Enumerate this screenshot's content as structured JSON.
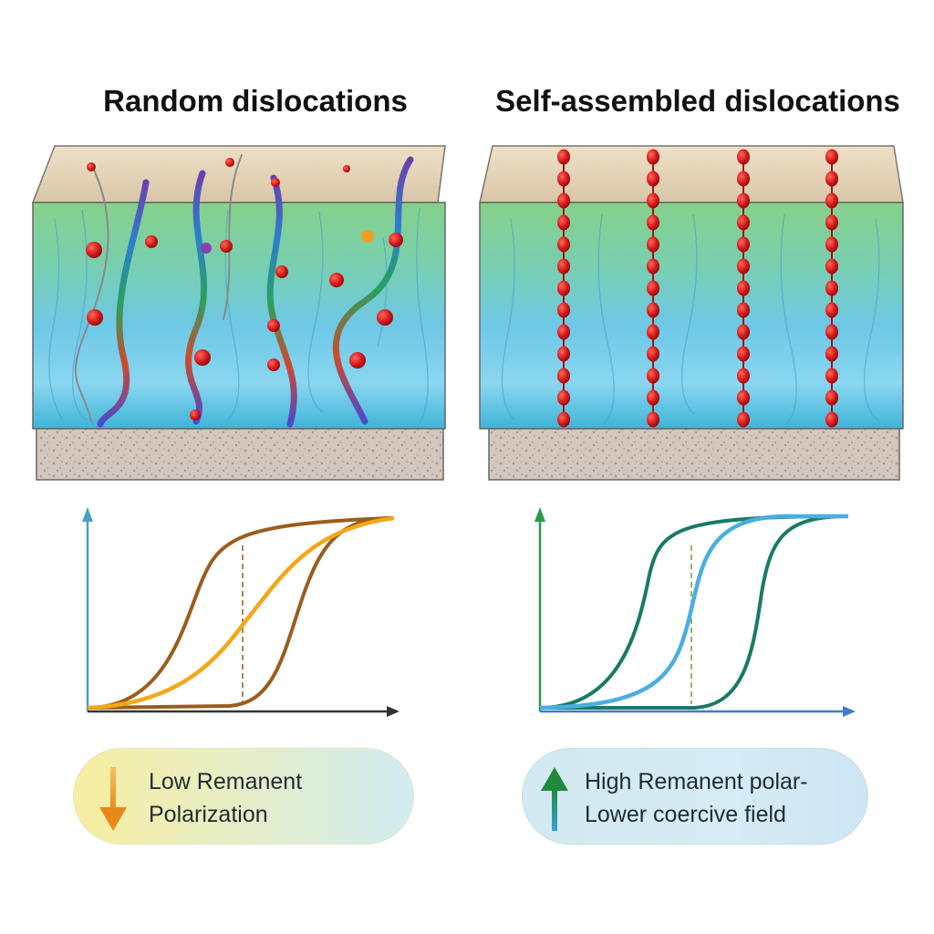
{
  "panels": {
    "left": {
      "title": "Random dislocations",
      "caption_line1": "Low Remanent",
      "caption_line2": "Polarization",
      "caption_icon": "down-arrow-icon",
      "accent": "#f0a020"
    },
    "right": {
      "title": "Self-assembled dislocations",
      "caption_line1": "High Remanent polar-",
      "caption_line2": "Lower coercive field",
      "caption_icon": "up-arrow-icon",
      "accent": "#2a9a48"
    }
  },
  "colors": {
    "surface_tan": "#e6d5bd",
    "film_green": "#7fd08a",
    "film_blue": "#6cc6ea",
    "substrate_gray": "#cbbfb6",
    "dislocation_red": "#d8191c",
    "hysteresis_left_outer": "#9a5d1c",
    "hysteresis_left_inner": "#f2a81a",
    "hysteresis_right_outer": "#1a7a66",
    "hysteresis_right_inner": "#4aaee0"
  }
}
